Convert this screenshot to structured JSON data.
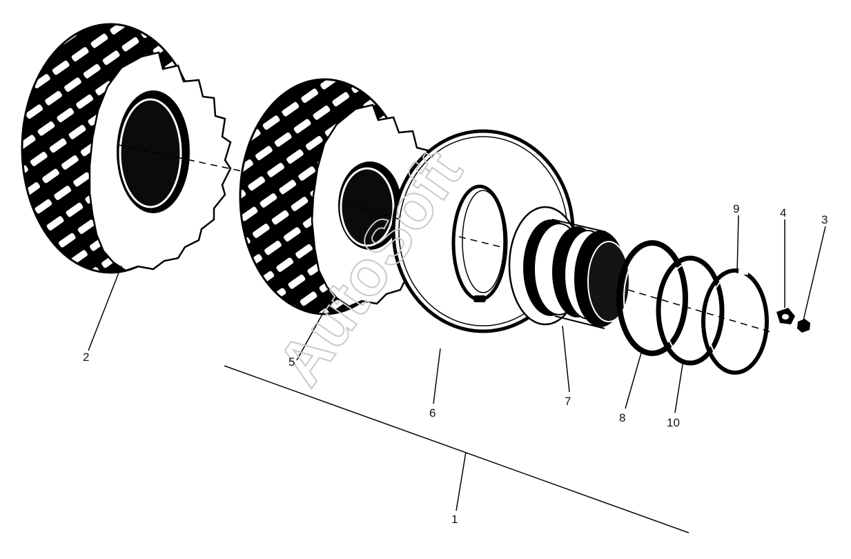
{
  "diagram": {
    "watermark": "AutoSoft",
    "callouts": [
      "1",
      "2",
      "3",
      "4",
      "5",
      "6",
      "7",
      "8",
      "9",
      "10"
    ]
  },
  "colors": {
    "ink": "#000000",
    "paper": "#ffffff",
    "watermark": "#c9c9c9"
  }
}
